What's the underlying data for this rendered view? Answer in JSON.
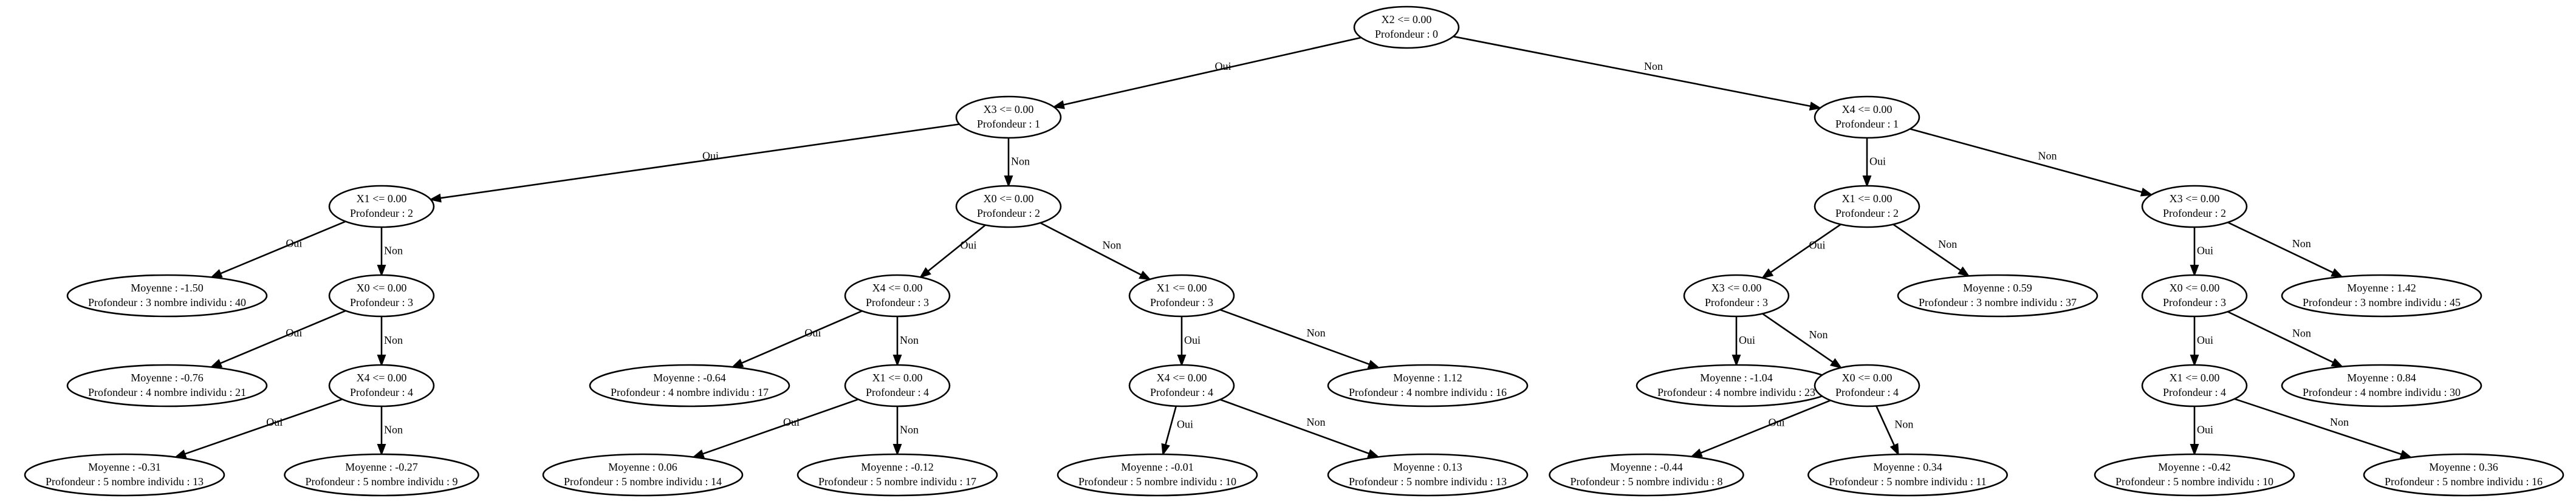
{
  "tree": {
    "nodes": [
      {
        "id": "n0",
        "lines": [
          "X2 <= 0.00",
          "Profondeur : 0"
        ]
      },
      {
        "id": "n1",
        "lines": [
          "X3 <= 0.00",
          "Profondeur : 1"
        ]
      },
      {
        "id": "n2",
        "lines": [
          "X4 <= 0.00",
          "Profondeur : 1"
        ]
      },
      {
        "id": "n3",
        "lines": [
          "X1 <= 0.00",
          "Profondeur : 2"
        ]
      },
      {
        "id": "n4",
        "lines": [
          "X0 <= 0.00",
          "Profondeur : 2"
        ]
      },
      {
        "id": "n5",
        "lines": [
          "X1 <= 0.00",
          "Profondeur : 2"
        ]
      },
      {
        "id": "n6",
        "lines": [
          "X3 <= 0.00",
          "Profondeur : 2"
        ]
      },
      {
        "id": "n7",
        "lines": [
          "Moyenne : -1.50",
          "Profondeur : 3 nombre individu : 40"
        ]
      },
      {
        "id": "n8",
        "lines": [
          "X0 <= 0.00",
          "Profondeur : 3"
        ]
      },
      {
        "id": "n9",
        "lines": [
          "X4 <= 0.00",
          "Profondeur : 3"
        ]
      },
      {
        "id": "n10",
        "lines": [
          "X1 <= 0.00",
          "Profondeur : 3"
        ]
      },
      {
        "id": "n11",
        "lines": [
          "X3 <= 0.00",
          "Profondeur : 3"
        ]
      },
      {
        "id": "n12",
        "lines": [
          "Moyenne : 0.59",
          "Profondeur : 3 nombre individu : 37"
        ]
      },
      {
        "id": "n13",
        "lines": [
          "X0 <= 0.00",
          "Profondeur : 3"
        ]
      },
      {
        "id": "n14",
        "lines": [
          "Moyenne : 1.42",
          "Profondeur : 3 nombre individu : 45"
        ]
      },
      {
        "id": "n15",
        "lines": [
          "Moyenne : -0.76",
          "Profondeur : 4 nombre individu : 21"
        ]
      },
      {
        "id": "n16",
        "lines": [
          "X4 <= 0.00",
          "Profondeur : 4"
        ]
      },
      {
        "id": "n17",
        "lines": [
          "Moyenne : -0.64",
          "Profondeur : 4 nombre individu : 17"
        ]
      },
      {
        "id": "n18",
        "lines": [
          "X1 <= 0.00",
          "Profondeur : 4"
        ]
      },
      {
        "id": "n19",
        "lines": [
          "X4 <= 0.00",
          "Profondeur : 4"
        ]
      },
      {
        "id": "n20",
        "lines": [
          "Moyenne : 1.12",
          "Profondeur : 4 nombre individu : 16"
        ]
      },
      {
        "id": "n21",
        "lines": [
          "Moyenne : -1.04",
          "Profondeur : 4 nombre individu : 23"
        ]
      },
      {
        "id": "n22",
        "lines": [
          "X0 <= 0.00",
          "Profondeur : 4"
        ]
      },
      {
        "id": "n23",
        "lines": [
          "X1 <= 0.00",
          "Profondeur : 4"
        ]
      },
      {
        "id": "n24",
        "lines": [
          "Moyenne : 0.84",
          "Profondeur : 4 nombre individu : 30"
        ]
      },
      {
        "id": "n25",
        "lines": [
          "Moyenne : -0.31",
          "Profondeur : 5 nombre individu : 13"
        ]
      },
      {
        "id": "n26",
        "lines": [
          "Moyenne : -0.27",
          "Profondeur : 5 nombre individu : 9"
        ]
      },
      {
        "id": "n27",
        "lines": [
          "Moyenne : 0.06",
          "Profondeur : 5 nombre individu : 14"
        ]
      },
      {
        "id": "n28",
        "lines": [
          "Moyenne : -0.12",
          "Profondeur : 5 nombre individu : 17"
        ]
      },
      {
        "id": "n29",
        "lines": [
          "Moyenne : -0.01",
          "Profondeur : 5 nombre individu : 10"
        ]
      },
      {
        "id": "n30",
        "lines": [
          "Moyenne : 0.13",
          "Profondeur : 5 nombre individu : 13"
        ]
      },
      {
        "id": "n31",
        "lines": [
          "Moyenne : -0.44",
          "Profondeur : 5 nombre individu : 8"
        ]
      },
      {
        "id": "n32",
        "lines": [
          "Moyenne : 0.34",
          "Profondeur : 5 nombre individu : 11"
        ]
      },
      {
        "id": "n33",
        "lines": [
          "Moyenne : -0.42",
          "Profondeur : 5 nombre individu : 10"
        ]
      },
      {
        "id": "n34",
        "lines": [
          "Moyenne : 0.36",
          "Profondeur : 5 nombre individu : 16"
        ]
      }
    ],
    "edges": [
      {
        "from": "n0",
        "to": "n1",
        "label": "Oui"
      },
      {
        "from": "n0",
        "to": "n2",
        "label": "Non"
      },
      {
        "from": "n1",
        "to": "n3",
        "label": "Oui"
      },
      {
        "from": "n1",
        "to": "n4",
        "label": "Non"
      },
      {
        "from": "n2",
        "to": "n5",
        "label": "Oui"
      },
      {
        "from": "n2",
        "to": "n6",
        "label": "Non"
      },
      {
        "from": "n3",
        "to": "n7",
        "label": "Oui"
      },
      {
        "from": "n3",
        "to": "n8",
        "label": "Non"
      },
      {
        "from": "n4",
        "to": "n9",
        "label": "Oui"
      },
      {
        "from": "n4",
        "to": "n10",
        "label": "Non"
      },
      {
        "from": "n5",
        "to": "n11",
        "label": "Oui"
      },
      {
        "from": "n5",
        "to": "n12",
        "label": "Non"
      },
      {
        "from": "n6",
        "to": "n13",
        "label": "Oui"
      },
      {
        "from": "n6",
        "to": "n14",
        "label": "Non"
      },
      {
        "from": "n8",
        "to": "n15",
        "label": "Oui"
      },
      {
        "from": "n8",
        "to": "n16",
        "label": "Non"
      },
      {
        "from": "n9",
        "to": "n17",
        "label": "Oui"
      },
      {
        "from": "n9",
        "to": "n18",
        "label": "Non"
      },
      {
        "from": "n10",
        "to": "n19",
        "label": "Oui"
      },
      {
        "from": "n10",
        "to": "n20",
        "label": "Non"
      },
      {
        "from": "n11",
        "to": "n21",
        "label": "Oui"
      },
      {
        "from": "n11",
        "to": "n22",
        "label": "Non"
      },
      {
        "from": "n13",
        "to": "n23",
        "label": "Oui"
      },
      {
        "from": "n13",
        "to": "n24",
        "label": "Non"
      },
      {
        "from": "n16",
        "to": "n25",
        "label": "Oui"
      },
      {
        "from": "n16",
        "to": "n26",
        "label": "Non"
      },
      {
        "from": "n18",
        "to": "n27",
        "label": "Oui"
      },
      {
        "from": "n18",
        "to": "n28",
        "label": "Non"
      },
      {
        "from": "n19",
        "to": "n29",
        "label": "Oui"
      },
      {
        "from": "n19",
        "to": "n30",
        "label": "Non"
      },
      {
        "from": "n22",
        "to": "n31",
        "label": "Oui"
      },
      {
        "from": "n22",
        "to": "n32",
        "label": "Non"
      },
      {
        "from": "n23",
        "to": "n33",
        "label": "Oui"
      },
      {
        "from": "n23",
        "to": "n34",
        "label": "Non"
      }
    ]
  }
}
